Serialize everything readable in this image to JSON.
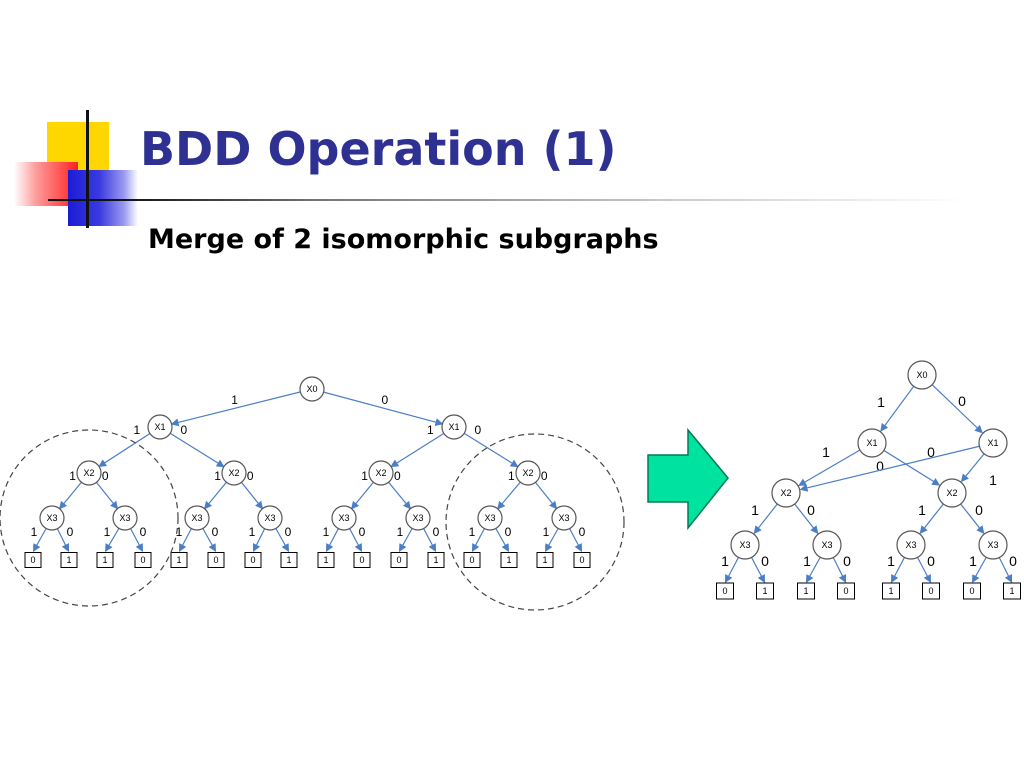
{
  "slide": {
    "title": "BDD Operation (1)",
    "subtitle": "Merge of 2 isomorphic subgraphs"
  },
  "colors": {
    "title": "#2e3192",
    "edge": "#4a7ec7",
    "arrow_fill": "#00e3a0",
    "arrow_stroke": "#007a55"
  },
  "left_tree": {
    "nodes": [
      {
        "id": "n0",
        "label": "X0"
      },
      {
        "id": "n1",
        "label": "X1"
      },
      {
        "id": "n2",
        "label": "X1"
      },
      {
        "id": "n3",
        "label": "X2"
      },
      {
        "id": "n4",
        "label": "X2"
      },
      {
        "id": "n5",
        "label": "X2"
      },
      {
        "id": "n6",
        "label": "X2"
      },
      {
        "id": "n7",
        "label": "X3"
      },
      {
        "id": "n8",
        "label": "X3"
      },
      {
        "id": "n9",
        "label": "X3"
      },
      {
        "id": "n10",
        "label": "X3"
      },
      {
        "id": "n11",
        "label": "X3"
      },
      {
        "id": "n12",
        "label": "X3"
      },
      {
        "id": "n13",
        "label": "X3"
      },
      {
        "id": "n14",
        "label": "X3"
      }
    ],
    "leaves": [
      "0",
      "1",
      "1",
      "0",
      "1",
      "0",
      "0",
      "1",
      "1",
      "0",
      "0",
      "1",
      "0",
      "1",
      "1",
      "0"
    ],
    "edge_labels": [
      "1",
      "0"
    ]
  },
  "right_tree": {
    "nodes": [
      {
        "id": "r0",
        "label": "X0"
      },
      {
        "id": "r1",
        "label": "X1"
      },
      {
        "id": "r2",
        "label": "X1"
      },
      {
        "id": "r3",
        "label": "X2"
      },
      {
        "id": "r4",
        "label": "X2"
      },
      {
        "id": "r5",
        "label": "X3"
      },
      {
        "id": "r6",
        "label": "X3"
      },
      {
        "id": "r7",
        "label": "X3"
      },
      {
        "id": "r8",
        "label": "X3"
      }
    ],
    "leaves": [
      "0",
      "1",
      "1",
      "0",
      "1",
      "0",
      "0",
      "1"
    ],
    "edges": [
      {
        "from": "r0",
        "to": "r1",
        "label": "1"
      },
      {
        "from": "r0",
        "to": "r2",
        "label": "0"
      },
      {
        "from": "r1",
        "to": "r3",
        "label": "1"
      },
      {
        "from": "r1",
        "to": "r4",
        "label": "0"
      },
      {
        "from": "r2",
        "to": "r3",
        "label": "0"
      },
      {
        "from": "r2",
        "to": "r4",
        "label": "1"
      },
      {
        "from": "r3",
        "to": "r5",
        "label": "1"
      },
      {
        "from": "r3",
        "to": "r6",
        "label": "0"
      },
      {
        "from": "r4",
        "to": "r7",
        "label": "1"
      },
      {
        "from": "r4",
        "to": "r8",
        "label": "0"
      }
    ]
  }
}
